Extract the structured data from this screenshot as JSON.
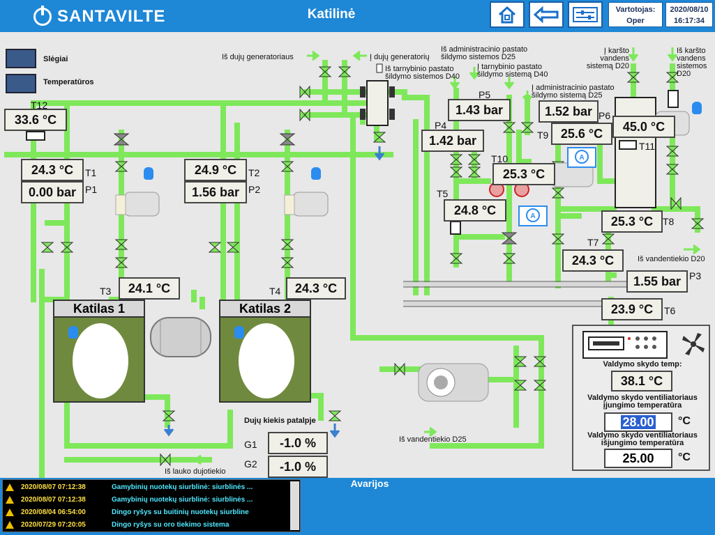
{
  "header": {
    "brand": "SANTAVILTE",
    "title": "Katilinė",
    "user_label": "Vartotojas:",
    "user_name": "Oper",
    "date": "2020/08/10",
    "time": "16:17:34"
  },
  "nav": {
    "slegiai": "Slėgiai",
    "temperaturos": "Temperatūros"
  },
  "sensors": {
    "T12": {
      "tag": "T12",
      "value": "33.6 °C"
    },
    "T1": {
      "tag": "T1",
      "value": "24.3 °C"
    },
    "P1": {
      "tag": "P1",
      "value": "0.00 bar"
    },
    "T2": {
      "tag": "T2",
      "value": "24.9 °C"
    },
    "P2": {
      "tag": "P2",
      "value": "1.56 bar"
    },
    "T3": {
      "tag": "T3",
      "value": "24.1 °C"
    },
    "T4": {
      "tag": "T4",
      "value": "24.3 °C"
    },
    "P5": {
      "tag": "P5",
      "value": "1.43 bar"
    },
    "P4": {
      "tag": "P4",
      "value": "1.42 bar"
    },
    "T10": {
      "tag": "T10",
      "value": "25.3 °C"
    },
    "T5": {
      "tag": "T5",
      "value": "24.8 °C"
    },
    "P6": {
      "tag": "P6",
      "value": "1.52 bar"
    },
    "T9": {
      "tag": "T9",
      "value": "25.6 °C"
    },
    "T11": {
      "tag": "T11",
      "value": "45.0 °C"
    },
    "T8": {
      "tag": "T8",
      "value": "25.3 °C"
    },
    "T7": {
      "tag": "T7",
      "value": "24.3 °C"
    },
    "P3": {
      "tag": "P3",
      "value": "1.55 bar"
    },
    "T6": {
      "tag": "T6",
      "value": "23.9 °C"
    }
  },
  "boilers": {
    "b1": "Katilas 1",
    "b2": "Katilas 2"
  },
  "gas": {
    "label": "Dujų kiekis patalpje",
    "g1_tag": "G1",
    "g1": "-1.0 %",
    "g2_tag": "G2",
    "g2": "-1.0 %"
  },
  "labels": {
    "is_generatoriaus": "Iš dujų generatoriaus",
    "i_generatoriu": "Į dujų generatorių",
    "is_tarnybinio": "Iš tarnybinio pastato šildymo sistemos D40",
    "is_admin": "Iš administracinio pastato šildymo sistemos D25",
    "i_tarnybinio": "Į tarnybinio pastato šildymo sistemą D40",
    "i_admin": "Į administracinio pastato šildymo sistemą D25",
    "i_karsto": "Į karšto vandens sistemą D20",
    "is_karsto": "Iš karšto vandens sistemos D20",
    "is_vandentiekio_d20": "Iš vandentiekio D20",
    "is_vandentiekio_d25": "Iš vandentiekio D25",
    "is_lauko": "Iš lauko dujotiekio"
  },
  "panel": {
    "temp_label": "Valdymo skydo temp:",
    "temp": "38.1 °C",
    "on_label": "Valdymo skydo ventiliatoriaus įjungimo temperatūra",
    "on_value": "28.00",
    "off_label": "Valdymo skydo ventiliatoriaus išjungimo temperatūra",
    "off_value": "25.00",
    "unit": "°C"
  },
  "alarms": {
    "tab": "Avarijos",
    "items": [
      {
        "ts": "2020/08/07 07:12:38",
        "msg": "Gamybinių nuotekų siurblinė: siurblinės ..."
      },
      {
        "ts": "2020/08/07 07:12:38",
        "msg": "Gamybinių nuotekų siurblinė: siurblinės ..."
      },
      {
        "ts": "2020/08/04 06:54:00",
        "msg": "Dingo ryšys su buitinių nuotekų siurbline"
      },
      {
        "ts": "2020/07/29 07:20:05",
        "msg": "Dingo ryšys su oro tiekimo sistema"
      }
    ]
  },
  "colors": {
    "header": "#1e87d6",
    "pipe": "#7ee85a",
    "boiler": "#6f8a3e",
    "alarm_text": "#4fe8ff"
  }
}
